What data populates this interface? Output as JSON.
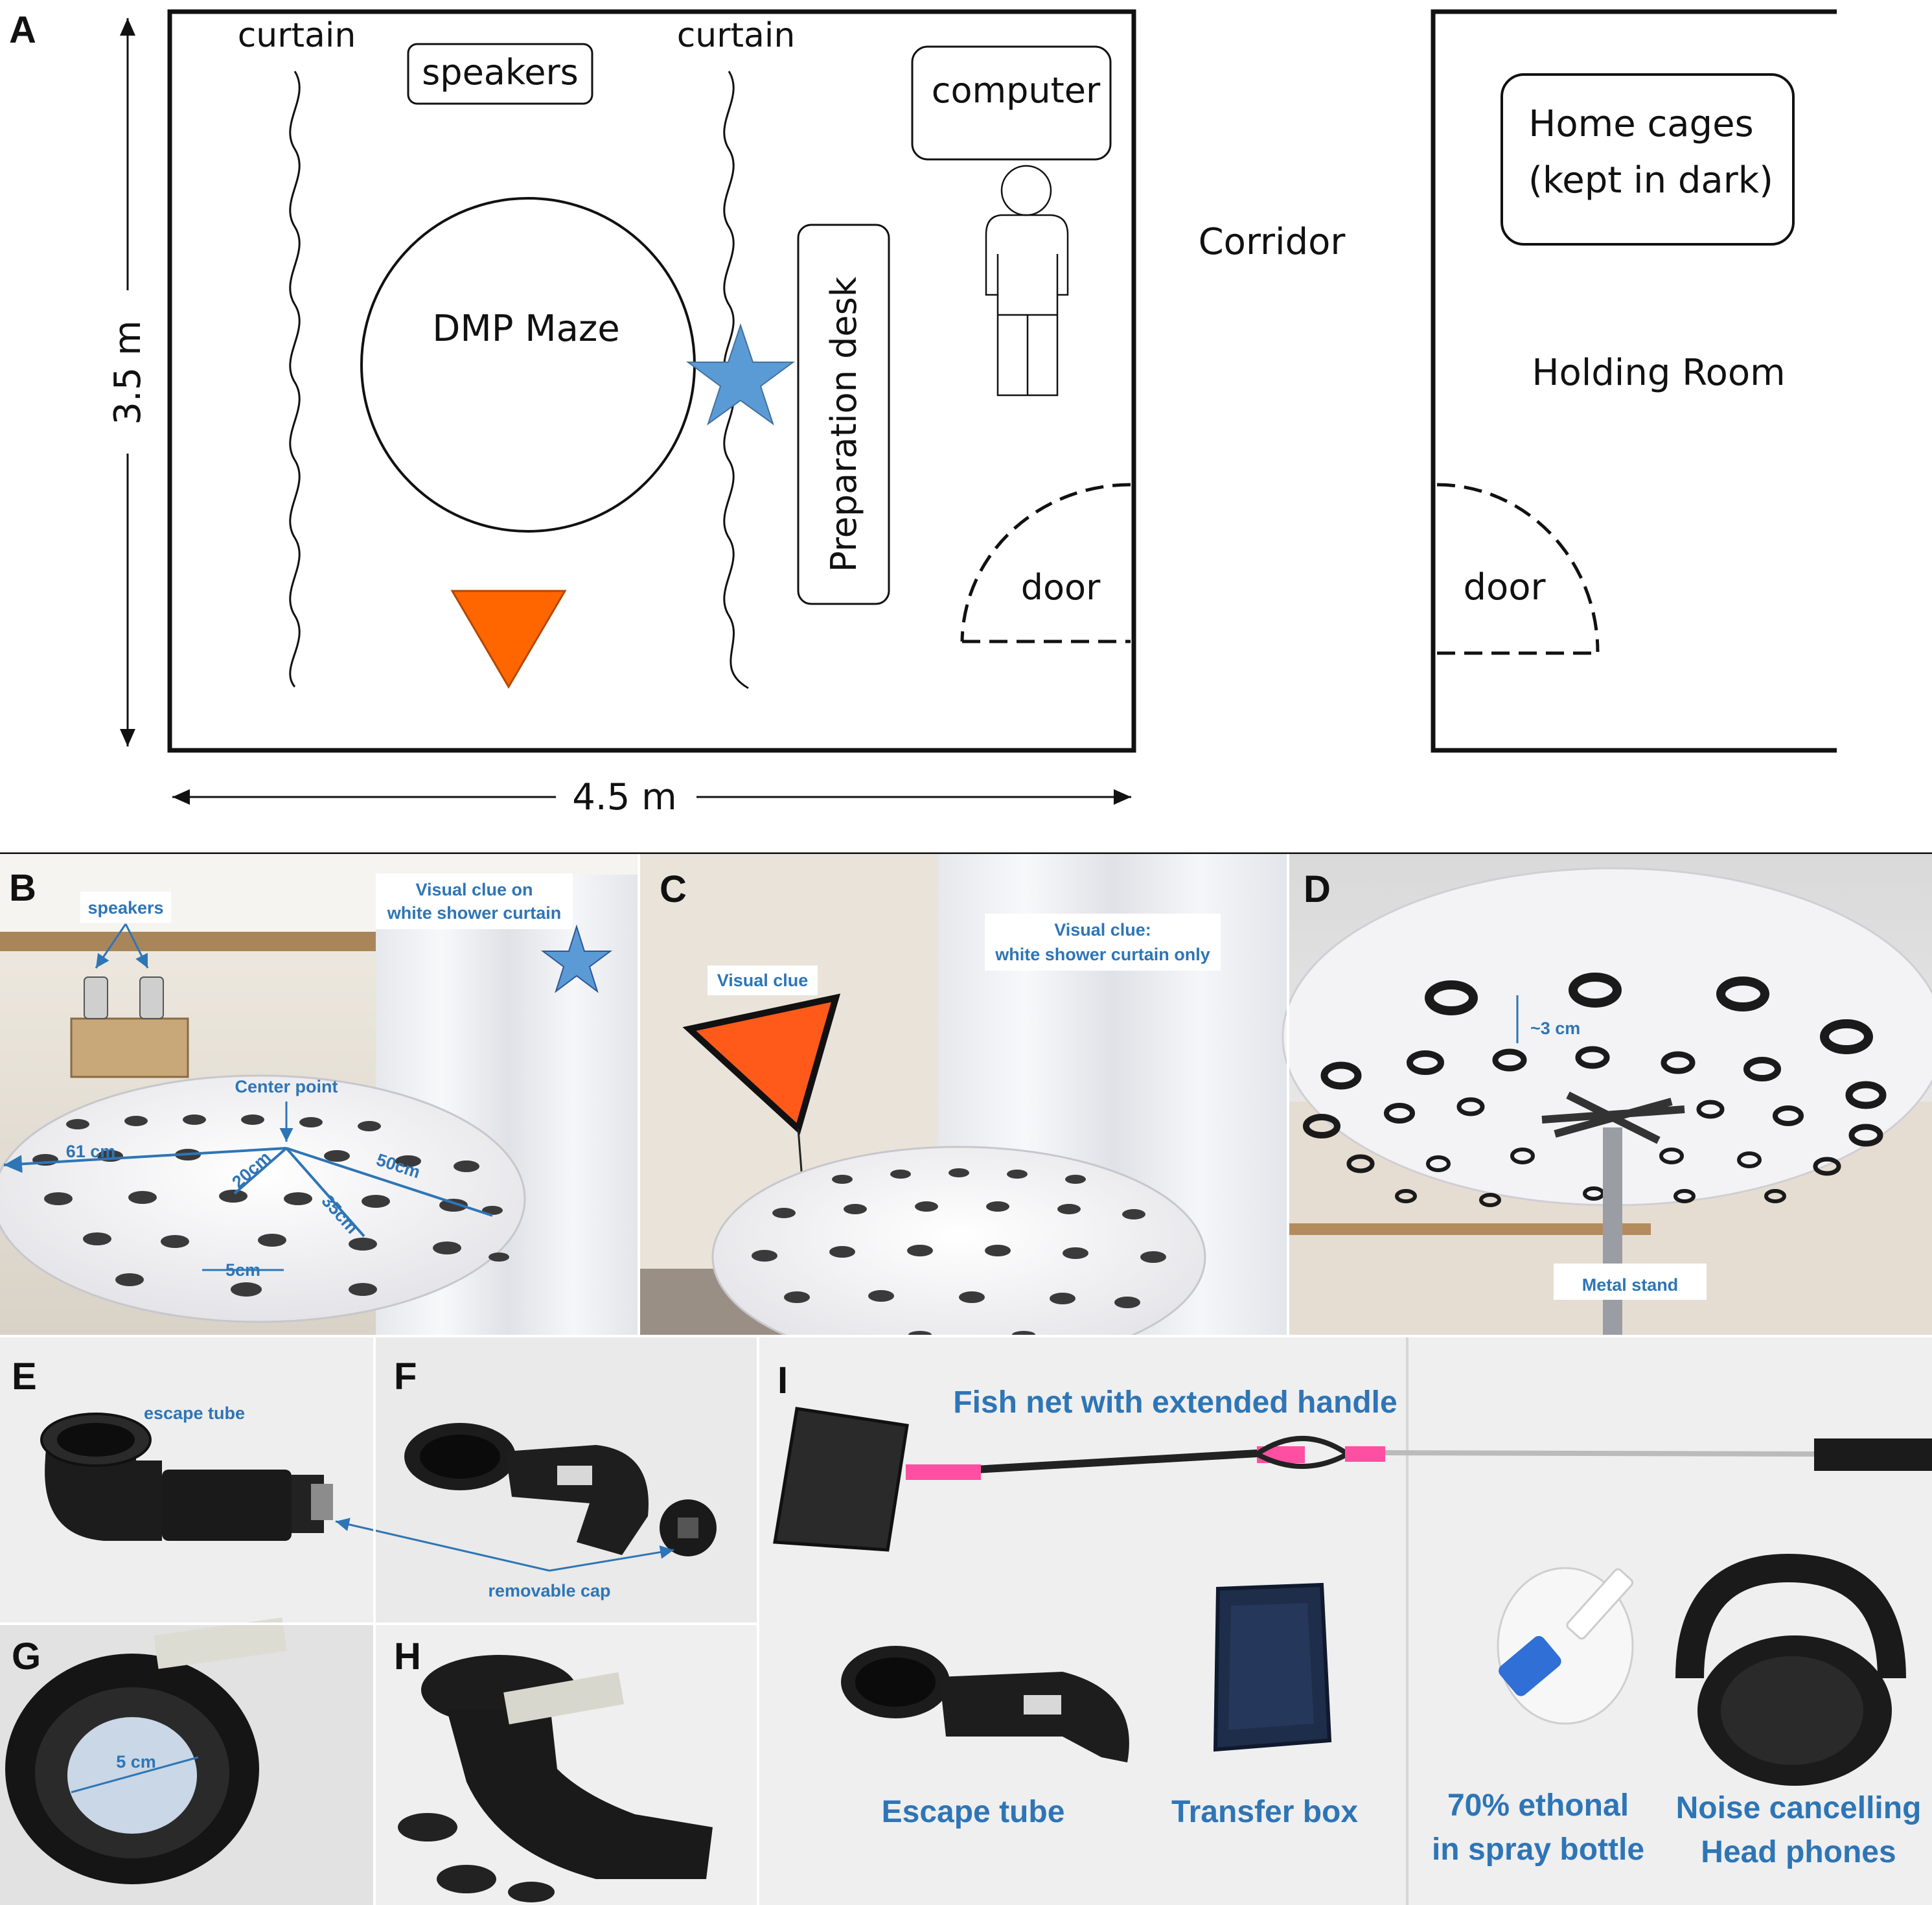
{
  "panel_a": {
    "letter": "A",
    "curtain_left": "curtain",
    "curtain_right": "curtain",
    "speakers": "speakers",
    "computer": "computer",
    "maze": "DMP Maze",
    "prep_desk": "Preparation desk",
    "corridor": "Corridor",
    "home_cages_line1": "Home cages",
    "home_cages_line2": "(kept in dark)",
    "holding_room": "Holding Room",
    "door_left": "door",
    "door_right": "door",
    "height_dim": "3.5 m",
    "width_dim": "4.5 m",
    "star_color": "#5b9bd5",
    "triangle_color": "#ff6600"
  },
  "panel_b": {
    "letter": "B",
    "speakers": "speakers",
    "visual_clue_line1": "Visual clue on",
    "visual_clue_line2": "white shower curtain",
    "center_point": "Center point",
    "m61": "61 cm",
    "m20": "20cm",
    "m50": "50cm",
    "m35": "35cm",
    "m5": "5cm"
  },
  "panel_c": {
    "letter": "C",
    "visual_clue": "Visual clue",
    "visual_clue_line1": "Visual clue:",
    "visual_clue_line2": "white shower curtain only"
  },
  "panel_d": {
    "letter": "D",
    "m3": "~3 cm",
    "metal_stand": "Metal stand"
  },
  "panel_e": {
    "letter": "E",
    "escape_tube": "escape tube"
  },
  "panel_f": {
    "letter": "F",
    "removable_cap": "removable cap"
  },
  "panel_g": {
    "letter": "G",
    "m5": "5 cm"
  },
  "panel_h": {
    "letter": "H"
  },
  "panel_i": {
    "letter": "I",
    "fish_net": "Fish net with extended handle",
    "escape_tube": "Escape tube",
    "transfer_box": "Transfer box",
    "ethanol_line1": "70% ethonal",
    "ethanol_line2": "in spray bottle",
    "headphones_line1": "Noise cancelling",
    "headphones_line2": "Head phones"
  }
}
